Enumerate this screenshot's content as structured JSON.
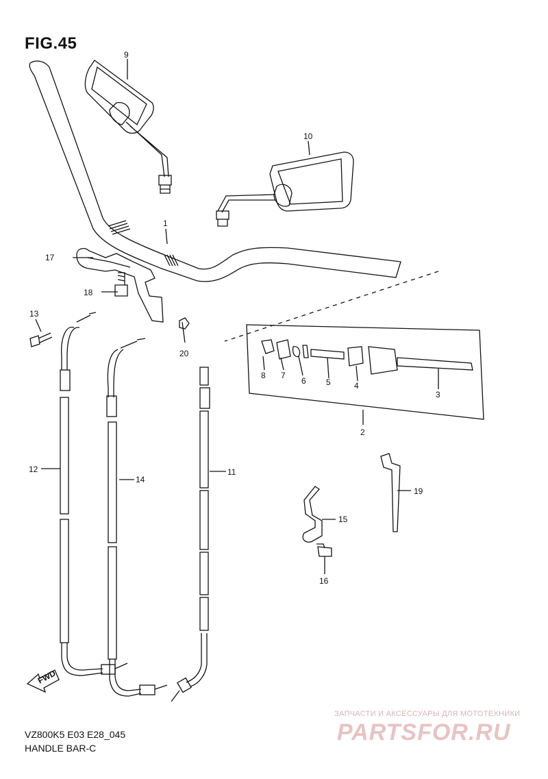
{
  "figure": {
    "title": "FIG.45",
    "model_code": "VZ800K5 E03 E28_045",
    "caption": "HANDLE BAR-C"
  },
  "fwd_arrow_label": "FWD",
  "callouts": {
    "p1": "1",
    "p2": "2",
    "p3": "3",
    "p4": "4",
    "p5": "5",
    "p6": "6",
    "p7": "7",
    "p8": "8",
    "p9": "9",
    "p10": "10",
    "p11": "11",
    "p12": "12",
    "p13": "13",
    "p14": "14",
    "p15": "15",
    "p16": "16",
    "p17": "17",
    "p18": "18",
    "p19": "19",
    "p20": "20"
  },
  "watermark": {
    "tagline": "ЗАПЧАСТИ И АКСЕССУАРЫ ДЛЯ МОТОТЕХНИКИ",
    "brand": "PARTSFOR.RU"
  }
}
